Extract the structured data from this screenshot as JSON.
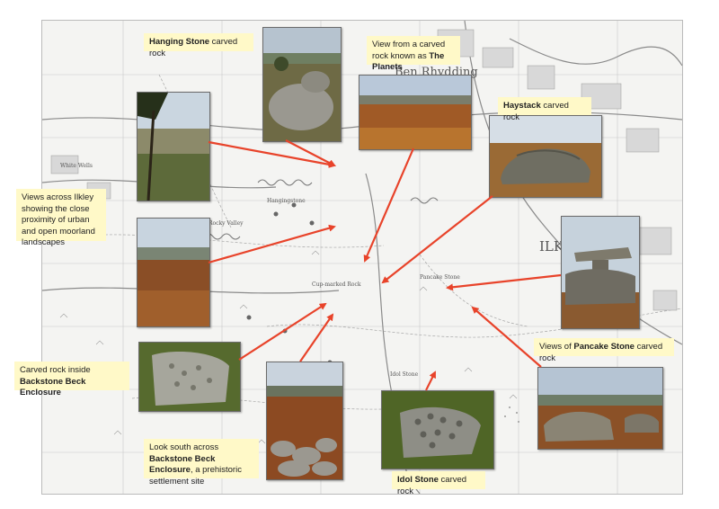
{
  "map": {
    "labels": {
      "ben_rhydding": "Ben Rhydding",
      "ilkley": "ILKLE",
      "pancake_stone": "Pancake Stone",
      "cup_marked_rock": "Cup-marked Rock",
      "idol_stone": "Idol Stone",
      "white_wells": "White Wells",
      "hanging_stone": "Hangingstone",
      "rocky_valley": "Rocky Valley"
    }
  },
  "captions": {
    "hanging_stone": {
      "bold": "Hanging Stone",
      "rest": " carved rock"
    },
    "planets": {
      "pre": "View from a carved rock known as ",
      "bold": "The Planets"
    },
    "haystack": {
      "bold": "Haystack",
      "rest": " carved rock"
    },
    "views_ilkley": "Views across Ilkley showing the close proximity of urban and open moorland landscapes",
    "pancake": {
      "pre": "Views of ",
      "bold": "Pancake Stone",
      "rest": " carved rock"
    },
    "backstone_inside": {
      "pre": "Carved rock inside",
      "bold": "Backstone Beck Enclosure"
    },
    "look_south": {
      "pre": "Look south across ",
      "bold": "Backstone Beck Enclosure",
      "rest": ", a prehistoric settlement site"
    },
    "idol": {
      "bold": "Idol Stone",
      "rest": " carved rock"
    }
  },
  "colors": {
    "arrow": "#e8432a",
    "caption_bg": "#fff9c8"
  }
}
